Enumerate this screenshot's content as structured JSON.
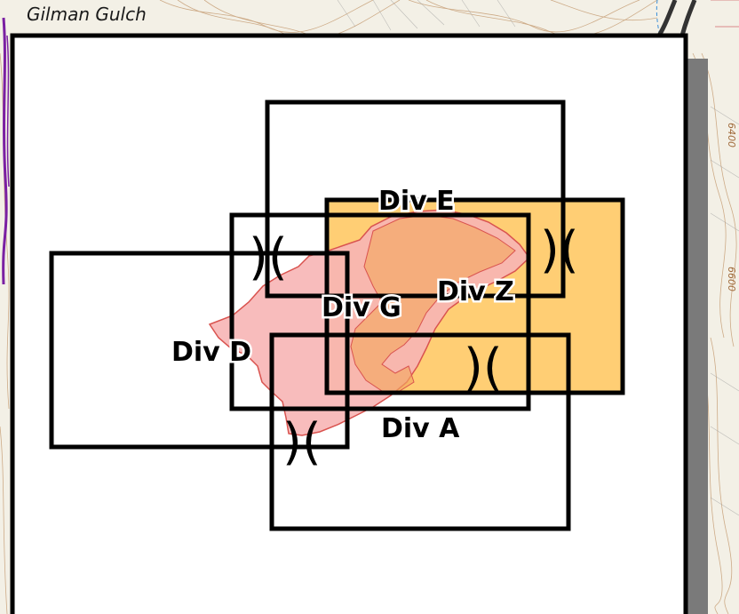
{
  "map": {
    "place_label": "Gilman Gulch",
    "contour_labels": [
      "6400",
      "6600"
    ],
    "divisions": [
      {
        "id": "div-e",
        "label": "Div E"
      },
      {
        "id": "div-z",
        "label": "Div Z"
      },
      {
        "id": "div-g",
        "label": "Div G"
      },
      {
        "id": "div-d",
        "label": "Div D"
      },
      {
        "id": "div-a",
        "label": "Div A"
      }
    ],
    "break_symbol": ")(",
    "colors": {
      "fire_perimeter_fill": "#f7b5b5",
      "fire_perimeter_stroke": "#d9534f",
      "highlight_fill": "#ffc65c",
      "interior_burn": "#f3a861",
      "frame": "#000000",
      "boundary_purple": "#7a1fa2",
      "contour": "#b98a5e",
      "topo_base": "#f3f0e6"
    },
    "icons": [
      "fire-perimeter-polygon",
      "division-break-symbol"
    ]
  }
}
